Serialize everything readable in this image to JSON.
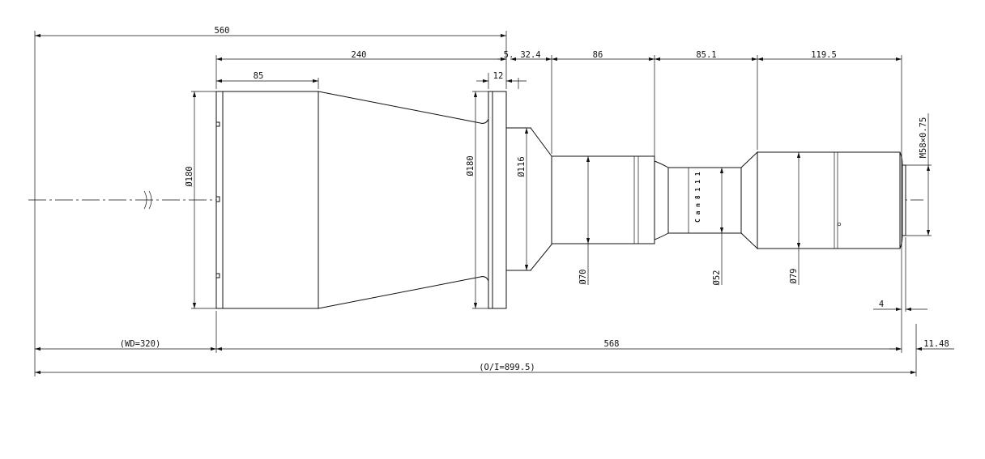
{
  "drawing": {
    "dimensions": {
      "total_560": "560",
      "len_240": "240",
      "len_85": "85",
      "len_5": "5.",
      "len_32_4": "32.4",
      "len_86": "86",
      "len_85_1": "85.1",
      "len_119_5": "119.5",
      "len_12": "12",
      "wd": "(WD=320)",
      "len_568": "568",
      "len_11_48": "11.48",
      "oi": "(O/I=899.5)",
      "len_4": "4",
      "dia_180_front": "Ø180",
      "dia_180_flange": "Ø180",
      "dia_116": "Ø116",
      "dia_70": "Ø70",
      "dia_52": "Ø52",
      "dia_79": "Ø79",
      "thread": "M58×0.75",
      "ring_marks": "C a n 8 1 1 1"
    }
  }
}
